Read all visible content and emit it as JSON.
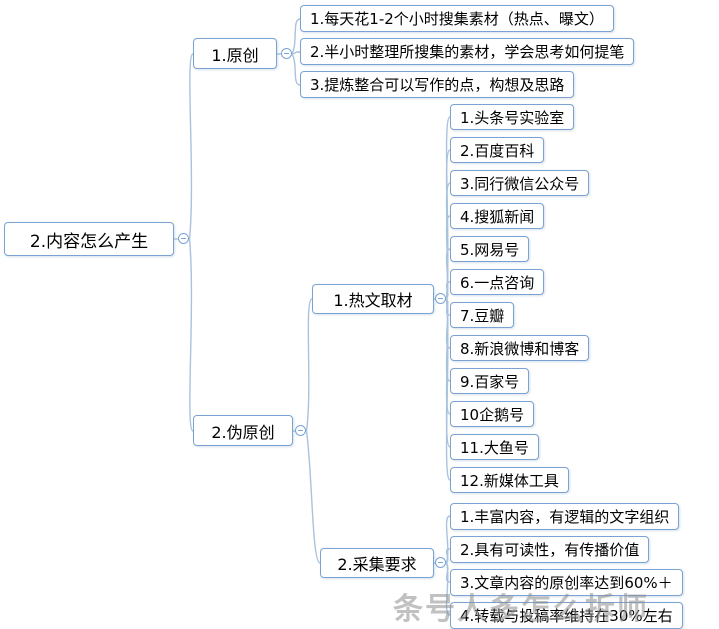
{
  "root": "2.内容怎么产生",
  "original": {
    "label": "1.原创",
    "children": [
      "1.每天花1-2个小时搜集素材（热点、曝文）",
      "2.半小时整理所搜集的素材，学会思考如何提笔",
      "3.提炼整合可以写作的点，构想及思路"
    ]
  },
  "pseudo": {
    "label": "2.伪原创",
    "hot": {
      "label": "1.热文取材",
      "items": [
        "1.头条号实验室",
        "2.百度百科",
        "3.同行微信公众号",
        "4.搜狐新闻",
        "5.网易号",
        "6.一点咨询",
        "7.豆瓣",
        "8.新浪微博和博客",
        "9.百家号",
        "10企鹅号",
        "11.大鱼号",
        "12.新媒体工具"
      ]
    },
    "collect": {
      "label": "2.采集要求",
      "items": [
        "1.丰富内容，有逻辑的文字组织",
        "2.具有可读性，有传播价值",
        "3.文章内容的原创率达到60%＋",
        "4.转载与投稿率维持在30%左右"
      ]
    }
  },
  "watermark": "条号人多怎么拆师",
  "colors": {
    "node_border": "#7aa3d4",
    "connector": "#aac2dc",
    "text": "#000000"
  }
}
